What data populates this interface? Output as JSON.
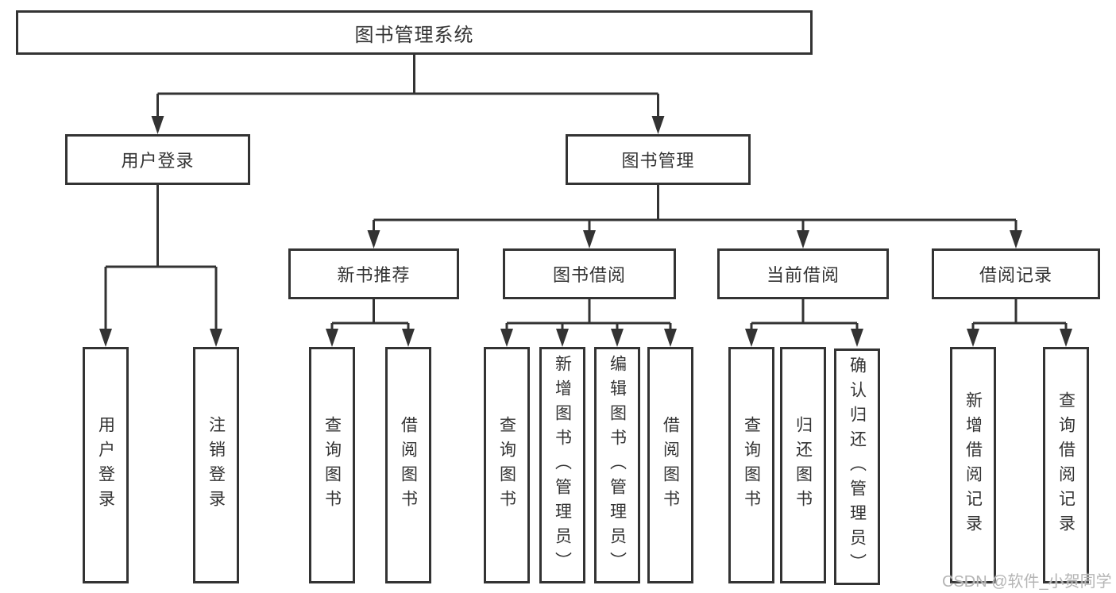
{
  "diagram_title": "图书管理系统",
  "nodes": {
    "root": "图书管理系统",
    "user_login": "用户登录",
    "book_management": "图书管理",
    "new_book_recommend": "新书推荐",
    "book_borrow": "图书借阅",
    "current_borrow": "当前借阅",
    "borrow_records": "借阅记录",
    "leaf_user_login": "用户登录",
    "leaf_logout": "注销登录",
    "leaf_recommend_query": "查询图书",
    "leaf_recommend_borrow": "借阅图书",
    "leaf_borrow_query": "查询图书",
    "leaf_borrow_add": "新增图书（管理员）",
    "leaf_borrow_edit": "编辑图书（管理员）",
    "leaf_borrow_borrow": "借阅图书",
    "leaf_current_query": "查询图书",
    "leaf_current_return": "归还图书",
    "leaf_current_confirm": "确认归还（管理员）",
    "leaf_records_add": "新增借阅记录",
    "leaf_records_query": "查询借阅记录"
  },
  "edges": [
    {
      "from": "root",
      "to": [
        "user_login",
        "book_management"
      ]
    },
    {
      "from": "user_login",
      "to": [
        "leaf_user_login",
        "leaf_logout"
      ]
    },
    {
      "from": "book_management",
      "to": [
        "new_book_recommend",
        "book_borrow",
        "current_borrow",
        "borrow_records"
      ]
    },
    {
      "from": "new_book_recommend",
      "to": [
        "leaf_recommend_query",
        "leaf_recommend_borrow"
      ]
    },
    {
      "from": "book_borrow",
      "to": [
        "leaf_borrow_query",
        "leaf_borrow_add",
        "leaf_borrow_edit",
        "leaf_borrow_borrow"
      ]
    },
    {
      "from": "current_borrow",
      "to": [
        "leaf_current_query",
        "leaf_current_return",
        "leaf_current_confirm"
      ]
    },
    {
      "from": "borrow_records",
      "to": [
        "leaf_records_add",
        "leaf_records_query"
      ]
    }
  ],
  "watermark": "CSDN @软件_小贺同学",
  "colors": {
    "line": "#333333",
    "text": "#333333",
    "box_background": "#ffffff",
    "watermark": "#b5b5b5",
    "background": "#ffffff"
  }
}
